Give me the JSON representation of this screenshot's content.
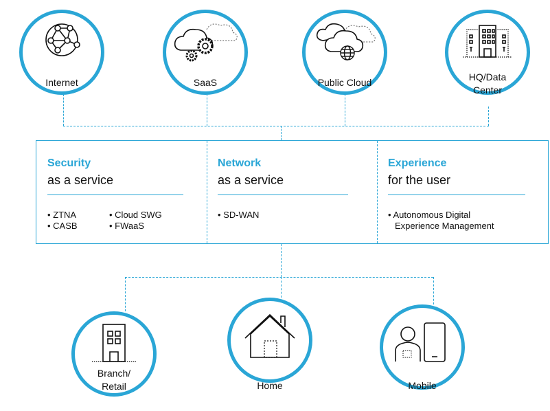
{
  "accent": "#2aa6d6",
  "top_nodes": [
    {
      "label": "Internet",
      "icon": "network-globe-icon"
    },
    {
      "label": "SaaS",
      "icon": "cloud-gears-icon"
    },
    {
      "label": "Public Cloud",
      "icon": "cloud-globe-icon"
    },
    {
      "label_line1": "HQ/Data",
      "label_line2": "Center",
      "icon": "office-building-icon"
    }
  ],
  "services": [
    {
      "title": "Security",
      "subtitle": "as a service",
      "bullets": [
        "• ZTNA",
        "• CASB",
        "• Cloud SWG",
        "• FWaaS"
      ]
    },
    {
      "title": "Network",
      "subtitle": "as a service",
      "bullets": [
        "• SD-WAN"
      ]
    },
    {
      "title": "Experience",
      "subtitle": "for the user",
      "bullets": [
        "• Autonomous Digital",
        "Experience Management"
      ]
    }
  ],
  "bottom_nodes": [
    {
      "label_line1": "Branch/",
      "label_line2": "Retail",
      "icon": "branch-building-icon"
    },
    {
      "label": "Home",
      "icon": "house-icon"
    },
    {
      "label": "Mobile",
      "icon": "user-phone-icon"
    }
  ]
}
